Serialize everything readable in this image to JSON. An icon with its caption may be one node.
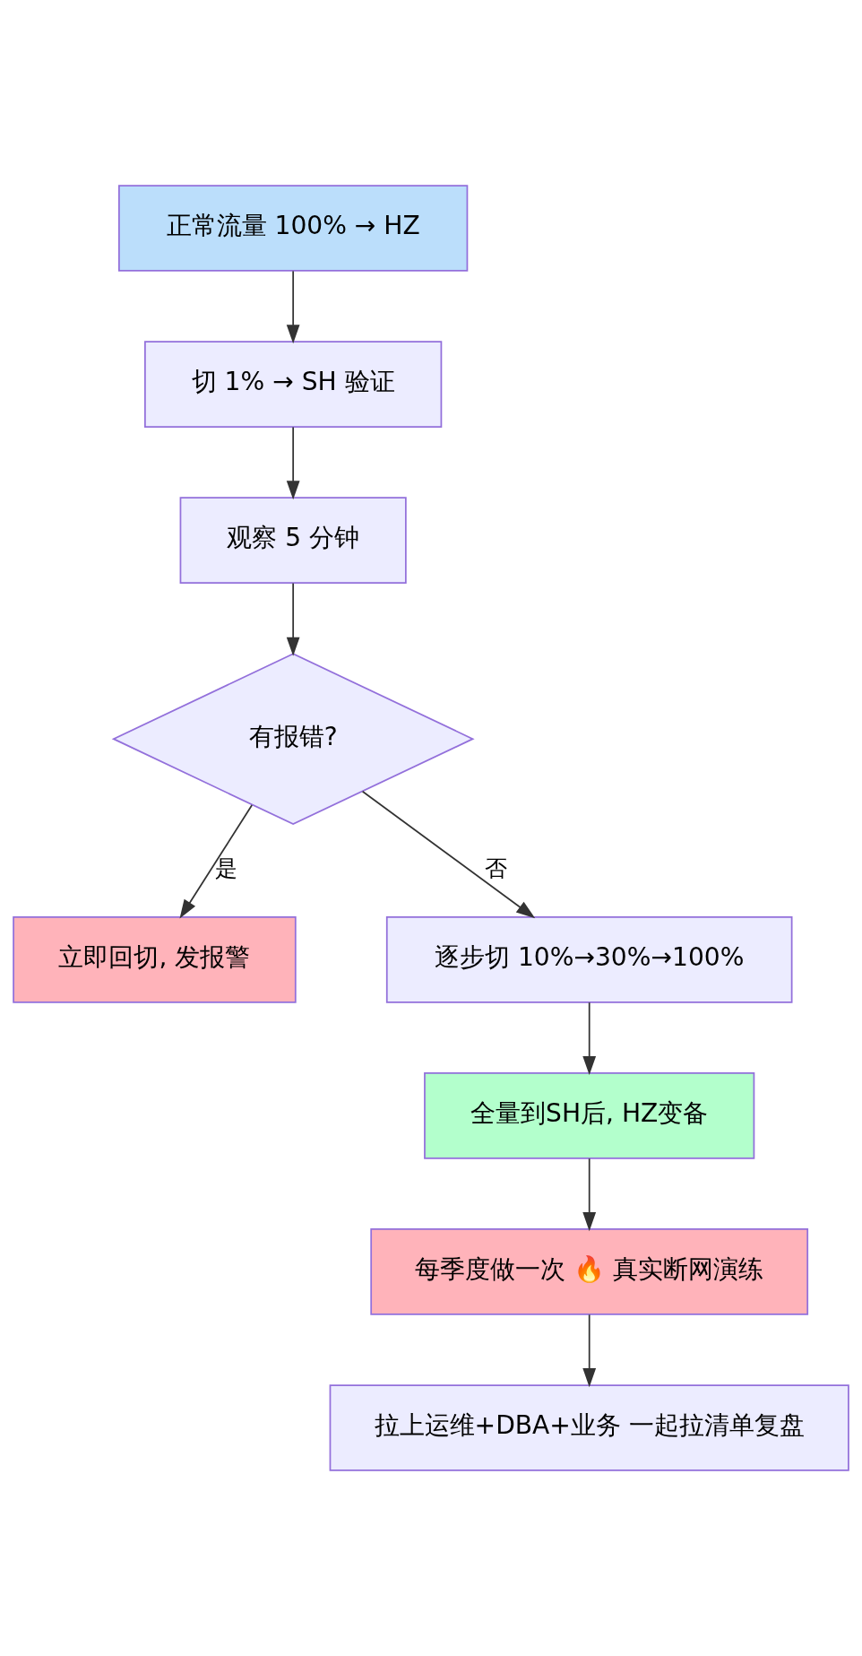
{
  "diagram": {
    "nodes": [
      {
        "text": [
          "正常流量 100% → HZ"
        ]
      },
      {
        "text": [
          "切 1% → SH 验证"
        ]
      },
      {
        "text": [
          "观察 5 分钟"
        ]
      },
      {
        "text": [
          "有报错?"
        ]
      },
      {
        "text": [
          "立即回切, 发报警"
        ]
      },
      {
        "text": [
          "逐步切 10%→30%→100%"
        ]
      },
      {
        "text": [
          "全量到SH后, HZ变备"
        ]
      },
      {
        "text": [
          "每季度做一次 🔥 真实断网演练"
        ]
      },
      {
        "text": [
          "拉上运维+DBA+业务 一起拉清单复盘"
        ]
      }
    ],
    "edges": [
      {
        "from": 0,
        "to": 1,
        "arrow": "to"
      },
      {
        "from": 1,
        "to": 2,
        "arrow": "to"
      },
      {
        "from": 2,
        "to": 3,
        "arrow": "to"
      },
      {
        "from": 3,
        "to": 4,
        "arrow": "to",
        "label": "是"
      },
      {
        "from": 3,
        "to": 5,
        "arrow": "to",
        "label": "否"
      },
      {
        "from": 5,
        "to": 6,
        "arrow": "to"
      },
      {
        "from": 6,
        "to": 7,
        "arrow": "to"
      },
      {
        "from": 7,
        "to": 8,
        "arrow": "to"
      }
    ]
  }
}
